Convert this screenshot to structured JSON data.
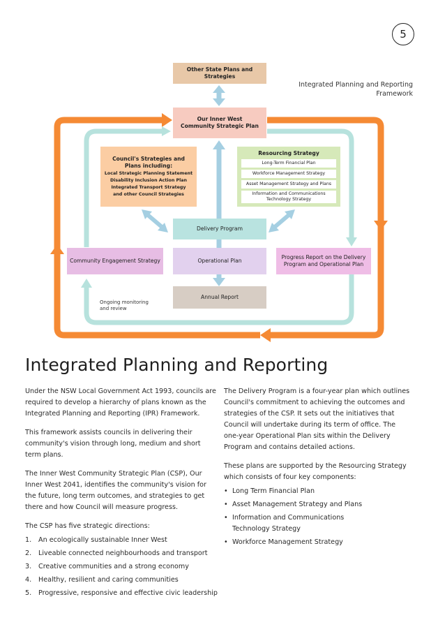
{
  "page_number": "5",
  "framework_caption": "Integrated Planning and Reporting Framework",
  "diagram": {
    "other_state": "Other State Plans and Strategies",
    "csp": "Our Inner West Community Strategic Plan",
    "council_strategies": {
      "title": "Council's Strategies and Plans including:",
      "items": [
        "Local Strategic Planning Statement",
        "Disability Inclusion Action Plan",
        "Integrated Transport Strategy",
        "and other Council Strategies"
      ]
    },
    "resourcing": {
      "title": "Resourcing Strategy",
      "items": [
        "Long-Term Financial Plan",
        "Workforce Management Strategy",
        "Asset Management Strategy and Plans",
        "Information and Communications Technology Strategy"
      ]
    },
    "delivery_program": "Delivery Program",
    "community_engagement": "Community Engagement Strategy",
    "operational_plan": "Operational Plan",
    "progress_report": "Progress Report on the Delivery Program and Operational Plan",
    "annual_report": "Annual Report",
    "monitoring_note": "Ongoing monitoring and review",
    "colors": {
      "other_state": "#e8c8a8",
      "csp": "#f7cbc0",
      "council_strategies": "#fbcda3",
      "resourcing": "#d6e9b9",
      "delivery": "#b9e3e0",
      "community": "#e7bde4",
      "operational": "#e2d1ee",
      "progress": "#efbde6",
      "annual": "#d7cdc4",
      "orange_arrow": "#f58a34",
      "teal_arrow": "#b7e2dd",
      "blue_arrow": "#a5cfe2"
    }
  },
  "heading": "Integrated Planning and Reporting",
  "left_column": {
    "paragraphs": [
      "Under the NSW Local Government Act 1993, councils are required to develop a hierarchy of plans known as the Integrated Planning and Reporting (IPR) Framework.",
      "This framework assists councils in delivering their community's vision through long, medium and short term plans.",
      "The Inner West Community Strategic Plan (CSP), Our Inner West 2041, identifies the community's vision for the future, long term outcomes, and strategies to get there and how Council will measure progress.",
      "The CSP has five strategic directions:"
    ],
    "directions": [
      {
        "num": "1.",
        "text": "An ecologically sustainable Inner West"
      },
      {
        "num": "2.",
        "text": "Liveable connected neighbourhoods and transport"
      },
      {
        "num": "3.",
        "text": "Creative communities and a strong economy"
      },
      {
        "num": "4.",
        "text": "Healthy, resilient and caring communities"
      },
      {
        "num": "5.",
        "text": "Progressive, responsive and effective civic leadership"
      }
    ]
  },
  "right_column": {
    "paragraphs": [
      "The Delivery Program is a four-year plan which outlines Council's commitment to achieving the outcomes and strategies of the CSP. It sets out the initiatives that Council will undertake during its term of office. The one-year Operational Plan sits within the Delivery Program and contains detailed actions.",
      "These plans are supported by the Resourcing Strategy which consists of four key components:"
    ],
    "components": [
      "Long Term Financial Plan",
      "Asset Management Strategy and Plans",
      "Information and Communications Technology Strategy",
      "Workforce Management Strategy"
    ],
    "bullet": "•"
  }
}
